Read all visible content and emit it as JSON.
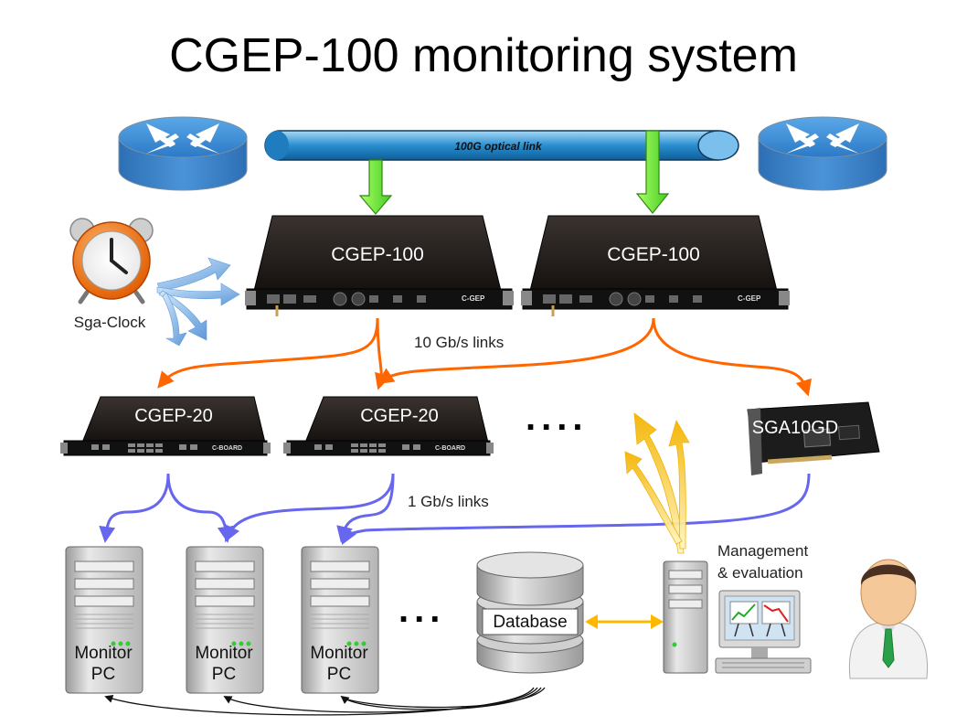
{
  "title": "CGEP-100 monitoring system",
  "optical_link_label": "100G optical link",
  "clock_label": "Sga-Clock",
  "cgep100": [
    {
      "label": "CGEP-100",
      "badge": "C-GEP"
    },
    {
      "label": "CGEP-100",
      "badge": "C-GEP"
    }
  ],
  "links_10g_label": "10 Gb/s links",
  "cgep20": [
    {
      "label": "CGEP-20",
      "badge": "C-BOARD"
    },
    {
      "label": "CGEP-20",
      "badge": "C-BOARD"
    }
  ],
  "more_devices": "....",
  "sga10gd_label": "SGA10GD",
  "links_1g_label": "1 Gb/s links",
  "monitor_pcs": [
    {
      "line1": "Monitor",
      "line2": "PC"
    },
    {
      "line1": "Monitor",
      "line2": "PC"
    },
    {
      "line1": "Monitor",
      "line2": "PC"
    }
  ],
  "more_pcs": "...",
  "database_label": "Database",
  "management_label_line1": "Management",
  "management_label_line2": "& evaluation",
  "colors": {
    "orange_arrow": "#ff6600",
    "blue_arrow": "#6666ee",
    "green_arrow": "#66ee33",
    "pipe_blue": "#2a8fd0",
    "device_body": "#1a1614"
  }
}
